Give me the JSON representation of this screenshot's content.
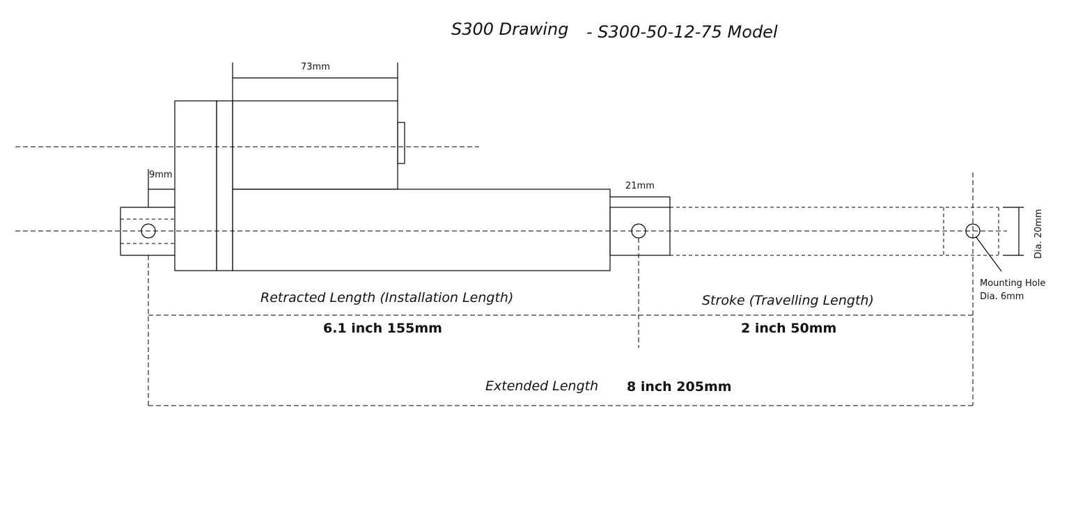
{
  "title": {
    "drawing": "S300 Drawing",
    "model": "- S300-50-12-75 Model"
  },
  "dimensions": {
    "motor_length": "73mm",
    "rear_clevis_offset": "9mm",
    "front_rod_end": "21mm",
    "rod_end_diameter": "Dia. 20mm"
  },
  "mounting_hole": {
    "line1": "Mounting Hole",
    "line2": "Dia. 6mm"
  },
  "retracted": {
    "label": "Retracted Length (Installation Length)",
    "value": "6.1 inch 155mm"
  },
  "stroke": {
    "label": "Stroke (Travelling Length)",
    "value": "2 inch 50mm"
  },
  "extended": {
    "label": "Extended Length",
    "value": "8 inch 205mm"
  }
}
